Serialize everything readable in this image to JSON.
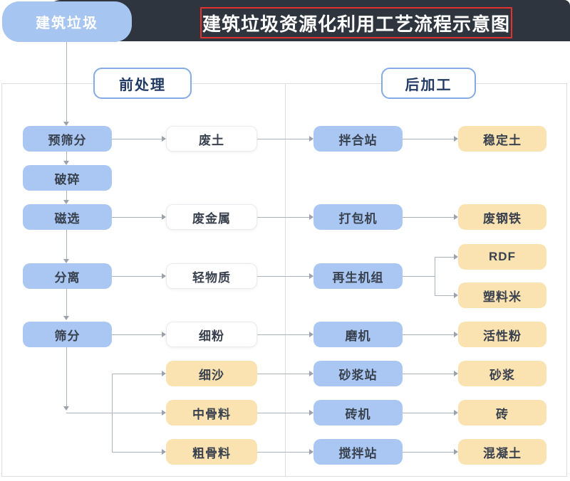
{
  "header": {
    "tab_label": "建筑垃圾",
    "title": "建筑垃圾资源化利用工艺流程示意图"
  },
  "sections": {
    "pre": "前处理",
    "post": "后加工"
  },
  "nodes": {
    "yushaifen": "预筛分",
    "posui": "破碎",
    "cixuan": "磁选",
    "fenli": "分离",
    "shaifen": "筛分",
    "feitu": "废土",
    "feijinshu": "废金属",
    "qingwuzhi": "轻物质",
    "xifen": "细粉",
    "xisha": "细沙",
    "zhongguliao": "中骨料",
    "cuguliao": "粗骨料",
    "banhezhan": "拌合站",
    "dabaoji": "打包机",
    "zaishengjizu": "再生机组",
    "moji": "磨机",
    "shajiangzhan": "砂浆站",
    "zhuanji": "砖机",
    "jiaobanzhan": "搅拌站",
    "wendingtu": "稳定土",
    "feigangtie": "废钢铁",
    "rdf": "RDF",
    "suliaomi": "塑料米",
    "huoxingfen": "活性粉",
    "shajiang": "砂浆",
    "zhuan": "砖",
    "hunningtu": "混凝土"
  },
  "colors": {
    "header_bg": "#2F353F",
    "title_highlight_border": "#E3312D",
    "tab_blue": "#A7C5F1",
    "node_blue": "#A9C7F2",
    "node_yellow": "#FAE3B1",
    "node_white_border": "#EAEBEF",
    "section_border": "#85ABE4",
    "section_text": "#203A64",
    "panel_border": "#DBDEE3",
    "connector_gray": "#ACB3BB",
    "node_text": "#39414E"
  }
}
